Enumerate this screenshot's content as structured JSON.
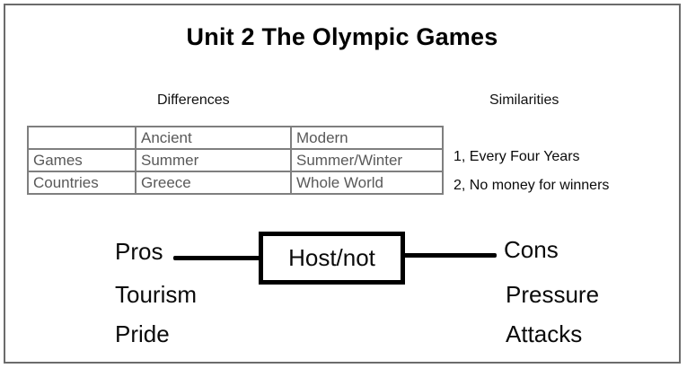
{
  "title": "Unit 2 The Olympic Games",
  "differences": {
    "label": "Differences",
    "table": {
      "header": [
        "",
        "Ancient",
        "Modern"
      ],
      "rows": [
        [
          "Games",
          "Summer",
          "Summer/Winter"
        ],
        [
          "Countries",
          "Greece",
          "Whole World"
        ]
      ]
    }
  },
  "similarities": {
    "label": "Similarities",
    "items": [
      "1, Every Four Years",
      "2, No money for winners"
    ]
  },
  "diagram": {
    "center_label": "Host/not",
    "pros": {
      "label": "Pros",
      "items": [
        "Tourism",
        "Pride"
      ]
    },
    "cons": {
      "label": "Cons",
      "items": [
        "Pressure",
        "Attacks"
      ]
    }
  },
  "colors": {
    "background": "#ffffff",
    "text": "#000000",
    "table_text": "#595959",
    "table_border": "#7f7f7f",
    "frame_border": "#6b6b6b",
    "connector": "#000000"
  }
}
